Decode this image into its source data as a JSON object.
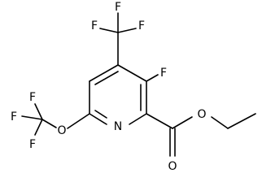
{
  "molecule": {
    "atoms": {
      "n1": "N",
      "f_ring": "F",
      "o_ether": "O",
      "o_carbonyl": "O",
      "o_ester": "O",
      "f_cf3_top_left": "F",
      "f_cf3_top_top": "F",
      "f_cf3_top_right": "F",
      "f_ocf3_top": "F",
      "f_ocf3_left": "F",
      "f_ocf3_bottom": "F"
    },
    "colors": {
      "bond": "#000000",
      "label": "#000000",
      "background": "#ffffff"
    }
  }
}
